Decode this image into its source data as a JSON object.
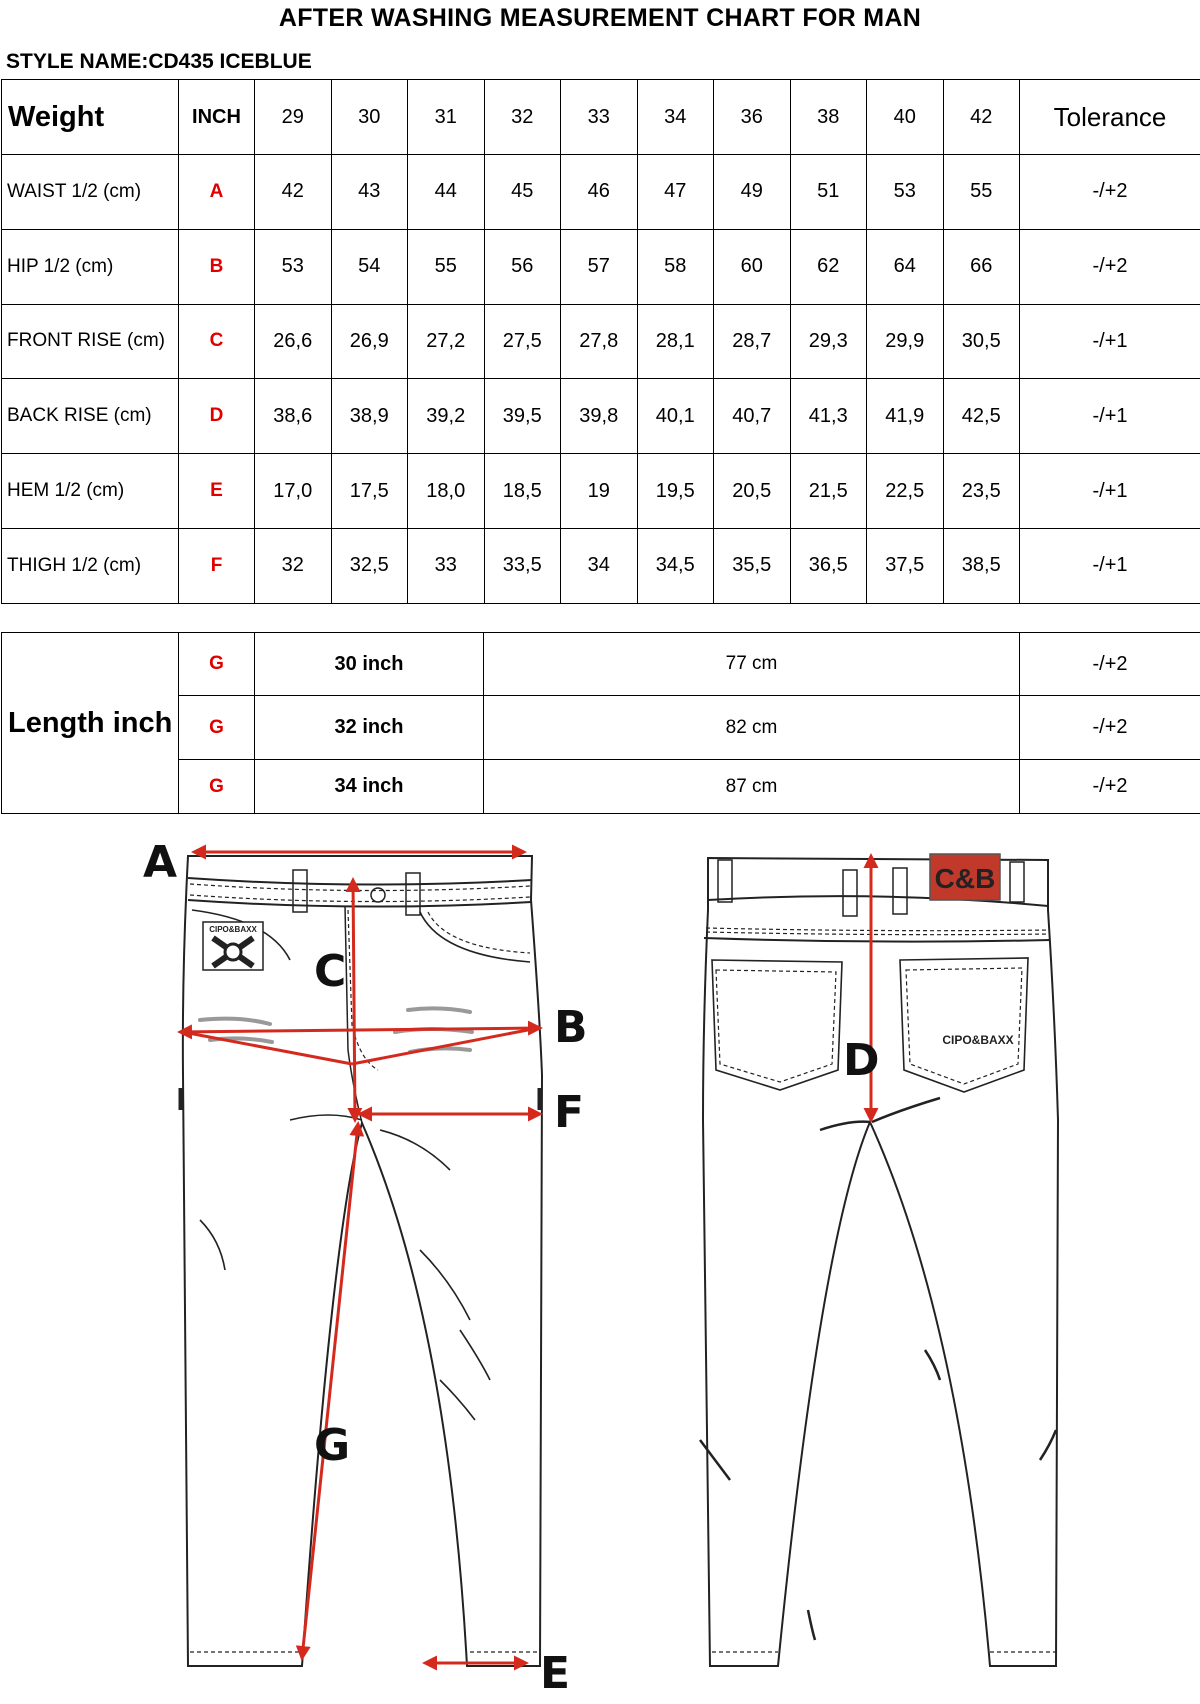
{
  "title": "AFTER WASHING MEASUREMENT CHART FOR MAN",
  "style_name": "STYLE NAME:CD435 ICEBLUE",
  "size_table": {
    "header_label": "Weight",
    "inch_label": "INCH",
    "sizes": [
      "29",
      "30",
      "31",
      "32",
      "33",
      "34",
      "36",
      "38",
      "40",
      "42"
    ],
    "tolerance_label": "Tolerance",
    "rows": [
      {
        "label": "WAIST 1/2 (cm)",
        "code": "A",
        "values": [
          "42",
          "43",
          "44",
          "45",
          "46",
          "47",
          "49",
          "51",
          "53",
          "55"
        ],
        "tolerance": "-/+2"
      },
      {
        "label": "HIP 1/2 (cm)",
        "code": "B",
        "values": [
          "53",
          "54",
          "55",
          "56",
          "57",
          "58",
          "60",
          "62",
          "64",
          "66"
        ],
        "tolerance": "-/+2"
      },
      {
        "label": "FRONT RISE (cm)",
        "code": "C",
        "values": [
          "26,6",
          "26,9",
          "27,2",
          "27,5",
          "27,8",
          "28,1",
          "28,7",
          "29,3",
          "29,9",
          "30,5"
        ],
        "tolerance": "-/+1"
      },
      {
        "label": "BACK RISE (cm)",
        "code": "D",
        "values": [
          "38,6",
          "38,9",
          "39,2",
          "39,5",
          "39,8",
          "40,1",
          "40,7",
          "41,3",
          "41,9",
          "42,5"
        ],
        "tolerance": "-/+1"
      },
      {
        "label": "HEM 1/2  (cm)",
        "code": "E",
        "values": [
          "17,0",
          "17,5",
          "18,0",
          "18,5",
          "19",
          "19,5",
          "20,5",
          "21,5",
          "22,5",
          "23,5"
        ],
        "tolerance": "-/+1"
      },
      {
        "label": "THIGH 1/2 (cm)",
        "code": "F",
        "values": [
          "32",
          "32,5",
          "33",
          "33,5",
          "34",
          "34,5",
          "35,5",
          "36,5",
          "37,5",
          "38,5"
        ],
        "tolerance": "-/+1"
      }
    ]
  },
  "length_table": {
    "header_label": "Length inch",
    "rows": [
      {
        "code": "G",
        "inch": "30 inch",
        "cm": "77 cm",
        "tolerance": "-/+2"
      },
      {
        "code": "G",
        "inch": "32 inch",
        "cm": "82 cm",
        "tolerance": "-/+2"
      },
      {
        "code": "G",
        "inch": "34 inch",
        "cm": "87 cm",
        "tolerance": "-/+2"
      }
    ]
  },
  "diagram": {
    "labels": {
      "a": "A",
      "b": "B",
      "c": "C",
      "d": "D",
      "e": "E",
      "f": "F",
      "g": "G"
    },
    "front_patch_text": "CIPO&BAXX",
    "back_patch_text": "C&B",
    "back_pocket_text": "CIPO&BAXX",
    "measure_color": "#d42a1e",
    "patch_color": "#c0392b"
  }
}
